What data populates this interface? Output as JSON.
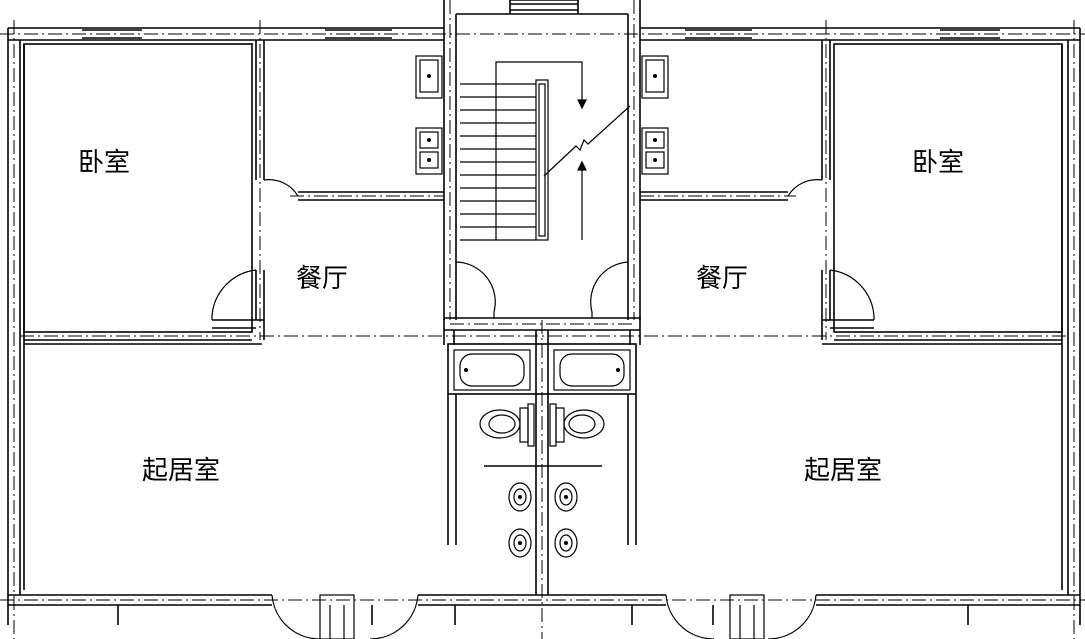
{
  "rooms": {
    "bedroom_left": "卧室",
    "bedroom_right": "卧室",
    "dining_left": "餐厅",
    "dining_right": "餐厅",
    "living_left": "起居室",
    "living_right": "起居室"
  },
  "colors": {
    "line": "#000000",
    "background": "#ffffff"
  }
}
